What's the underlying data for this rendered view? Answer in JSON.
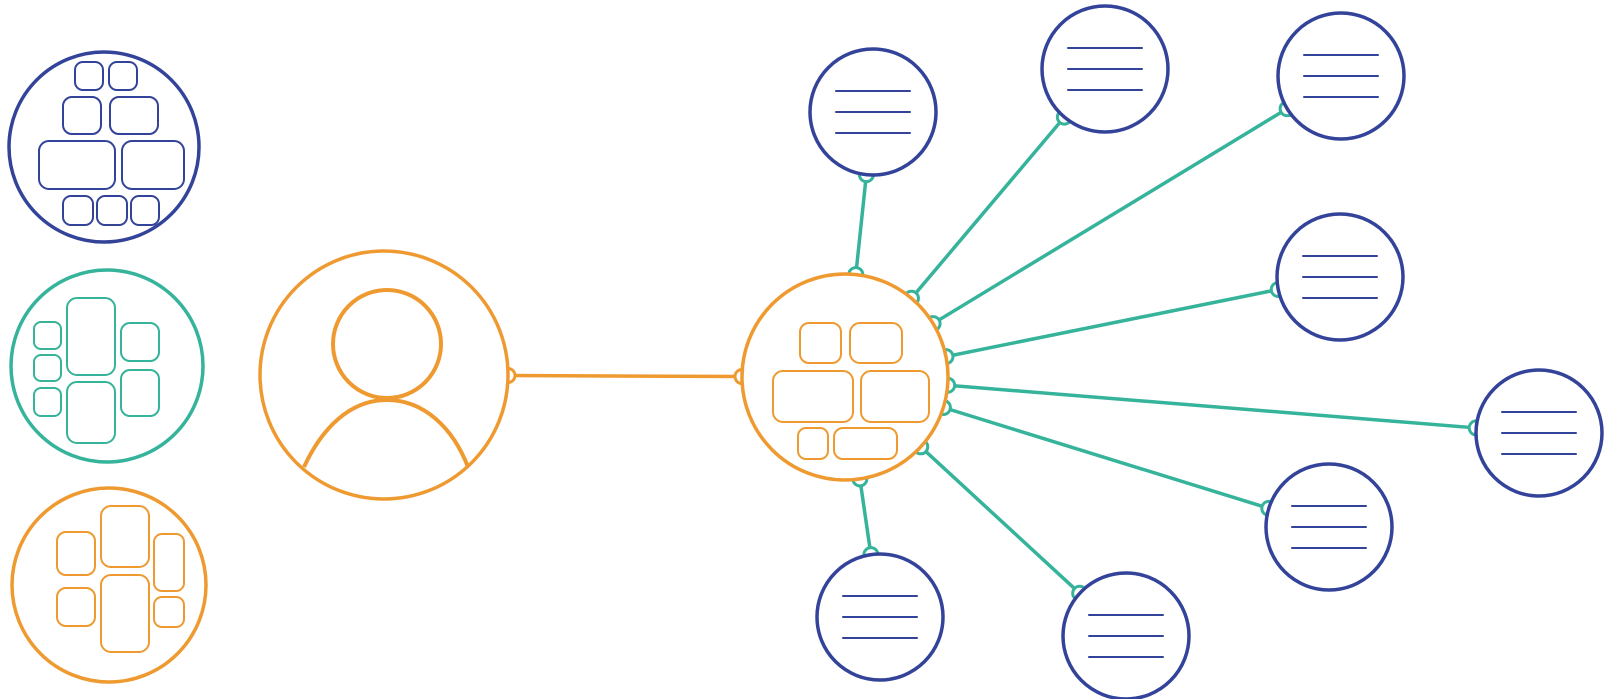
{
  "colors": {
    "navy": "#33439a",
    "teal": "#36b39b",
    "orange": "#ef9a30",
    "background": "#ffffff"
  },
  "legend": [
    {
      "id": "navy-cluster",
      "color": "navy"
    },
    {
      "id": "teal-cluster",
      "color": "teal"
    },
    {
      "id": "orange-cluster",
      "color": "orange"
    }
  ],
  "nodes": {
    "user": {
      "icon": "user-icon",
      "color": "orange"
    },
    "hub": {
      "icon": "cluster-icon",
      "color": "orange"
    },
    "documents": [
      {
        "id": "doc-1",
        "icon": "document-lines-icon",
        "color": "navy"
      },
      {
        "id": "doc-2",
        "icon": "document-lines-icon",
        "color": "navy"
      },
      {
        "id": "doc-3",
        "icon": "document-lines-icon",
        "color": "navy"
      },
      {
        "id": "doc-4",
        "icon": "document-lines-icon",
        "color": "navy"
      },
      {
        "id": "doc-5",
        "icon": "document-lines-icon",
        "color": "navy"
      },
      {
        "id": "doc-6",
        "icon": "document-lines-icon",
        "color": "navy"
      },
      {
        "id": "doc-7",
        "icon": "document-lines-icon",
        "color": "navy"
      },
      {
        "id": "doc-8",
        "icon": "document-lines-icon",
        "color": "navy"
      }
    ]
  },
  "edges": [
    {
      "from": "user",
      "to": "hub",
      "color": "orange"
    },
    {
      "from": "hub",
      "to": "doc-1",
      "color": "teal"
    },
    {
      "from": "hub",
      "to": "doc-2",
      "color": "teal"
    },
    {
      "from": "hub",
      "to": "doc-3",
      "color": "teal"
    },
    {
      "from": "hub",
      "to": "doc-4",
      "color": "teal"
    },
    {
      "from": "hub",
      "to": "doc-5",
      "color": "teal"
    },
    {
      "from": "hub",
      "to": "doc-6",
      "color": "teal"
    },
    {
      "from": "hub",
      "to": "doc-7",
      "color": "teal"
    },
    {
      "from": "hub",
      "to": "doc-8",
      "color": "teal"
    }
  ]
}
